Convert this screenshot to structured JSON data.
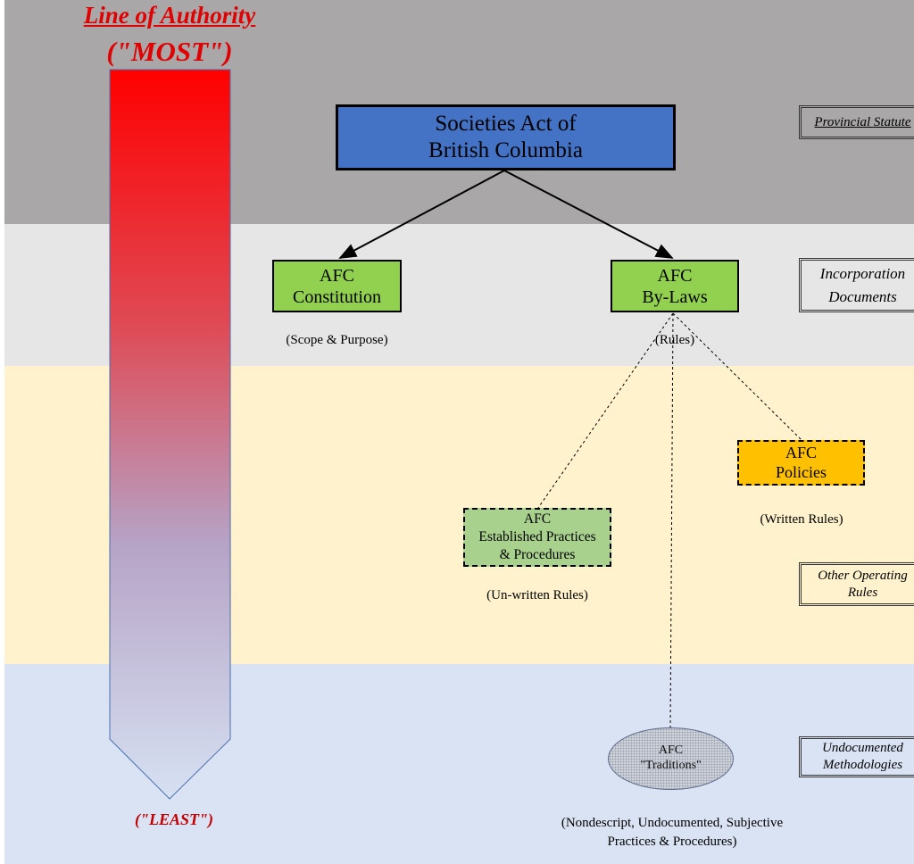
{
  "title": {
    "line_of_authority": "Line of Authority",
    "most": "(\"MOST\")",
    "least": "(\"LEAST\")"
  },
  "nodes": {
    "societies_act": {
      "line1": "Societies Act of",
      "line2": "British Columbia"
    },
    "constitution": {
      "line1": "AFC",
      "line2": "Constitution",
      "caption": "(Scope & Purpose)"
    },
    "bylaws": {
      "line1": "AFC",
      "line2": "By-Laws",
      "caption": "(Rules)"
    },
    "policies": {
      "line1": "AFC",
      "line2": "Policies",
      "caption": "(Written Rules)"
    },
    "practices": {
      "line1": "AFC",
      "line2": "Established Practices",
      "line3": "& Procedures",
      "caption": "(Un-written Rules)"
    },
    "traditions": {
      "line1": "AFC",
      "line2": "\"Traditions\"",
      "caption_line1": "(Nondescript, Undocumented, Subjective",
      "caption_line2": "Practices & Procedures)"
    }
  },
  "side_labels": {
    "statute": "Provincial Statute",
    "incorporation_line1": "Incorporation",
    "incorporation_line2": "Documents",
    "operating_line1": "Other Operating",
    "operating_line2": "Rules",
    "undocumented_line1": "Undocumented",
    "undocumented_line2": "Methodologies"
  },
  "colors": {
    "band_statute": "#a9a7a8",
    "band_incorporation": "#e6e6e6",
    "band_operating": "#fff2cc",
    "band_undocumented": "#dae3f3",
    "societies_fill": "#4472c4",
    "bylaws_fill": "#92d050",
    "policies_fill": "#ffc000",
    "practices_fill": "#a9d18e",
    "arrow_top": "#ff0000",
    "arrow_bottom": "#dae3f3",
    "title_red": "#e00000"
  }
}
